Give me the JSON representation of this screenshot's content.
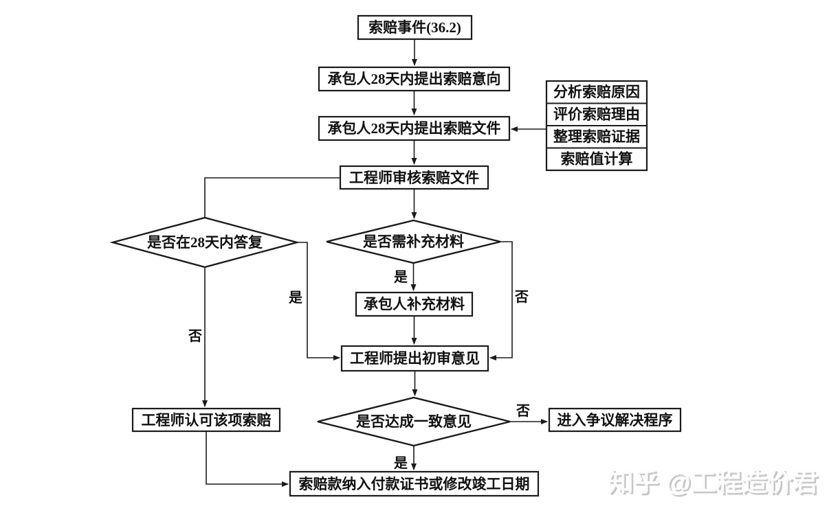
{
  "diagram": {
    "nodes": {
      "claim_event": "索赔事件(36.2)",
      "submit_intent": "承包人28天内提出索赔意向",
      "submit_file": "承包人28天内提出索赔文件",
      "engineer_review": "工程师审核索赔文件",
      "supplement": "承包人补充材料",
      "prelim_opinion": "工程师提出初审意见",
      "engineer_approve": "工程师认可该项索赔",
      "dispute": "进入争议解决程序",
      "final_settle": "索赔款纳入付款证书或修改竣工日期"
    },
    "decisions": {
      "reply_28": "是否在28天内答复",
      "need_supplement": "是否需补充材料",
      "agreement": "是否达成一致意见"
    },
    "side_tasks": [
      "分析索赔原因",
      "评价索赔理由",
      "整理索赔证据",
      "索赔值计算"
    ],
    "labels": {
      "yes": "是",
      "no": "否"
    },
    "colors": {
      "line": "#1b1b1b",
      "background": "#ffffff",
      "watermark_shadow": "#c6c6c6",
      "watermark_highlight": "#fcfcfc"
    }
  },
  "watermark": {
    "text": "知乎 @工程造价君"
  }
}
